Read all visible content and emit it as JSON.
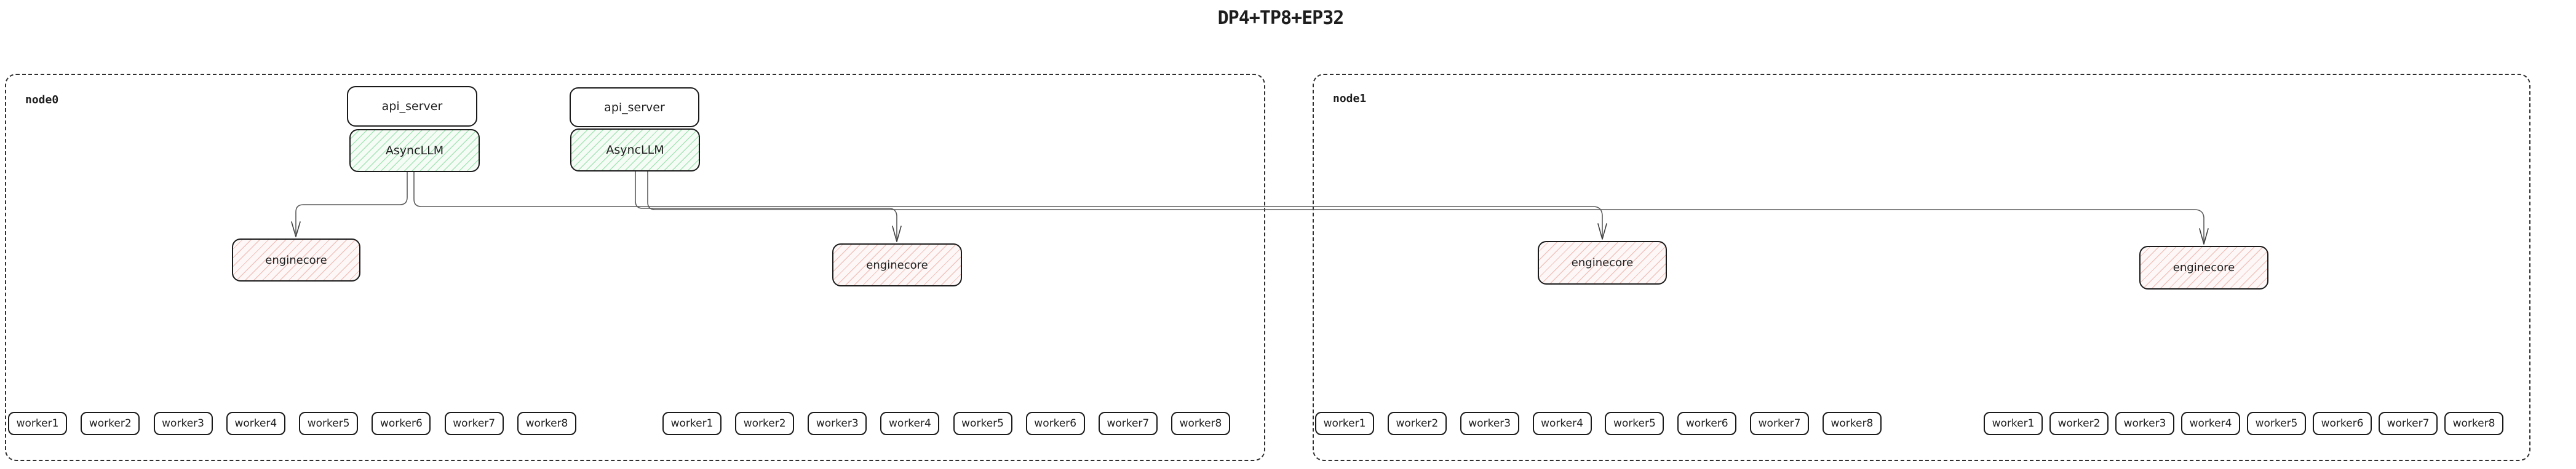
{
  "title": "DP4+TP8+EP32",
  "nodes": [
    {
      "label": "node0",
      "stacks": [
        {
          "api_server": "api_server",
          "asyncllm": "AsyncLLM"
        },
        {
          "api_server": "api_server",
          "asyncllm": "AsyncLLM"
        }
      ],
      "enginecores": [
        "enginecore",
        "enginecore"
      ],
      "worker_groups": [
        {
          "workers": [
            "worker1",
            "worker2",
            "worker3",
            "worker4",
            "worker5",
            "worker6",
            "worker7",
            "worker8"
          ]
        },
        {
          "workers": [
            "worker1",
            "worker2",
            "worker3",
            "worker4",
            "worker5",
            "worker6",
            "worker7",
            "worker8"
          ]
        }
      ]
    },
    {
      "label": "node1",
      "enginecores": [
        "enginecore",
        "enginecore"
      ],
      "worker_groups": [
        {
          "workers": [
            "worker1",
            "worker2",
            "worker3",
            "worker4",
            "worker5",
            "worker6",
            "worker7",
            "worker8"
          ]
        },
        {
          "workers": [
            "worker1",
            "worker2",
            "worker3",
            "worker4",
            "worker5",
            "worker6",
            "worker7",
            "worker8"
          ]
        }
      ]
    }
  ],
  "colors": {
    "asyncllm_fill": "#f5fcf6",
    "asyncllm_hatch": "#68d384",
    "enginecore_fill": "#fdf8f7",
    "enginecore_hatch": "#e07a6f",
    "connector": "#5c5c5c",
    "box_border": "#1a1a1a",
    "node_border": "#2f2f2f",
    "text": "#1e1e1e"
  }
}
